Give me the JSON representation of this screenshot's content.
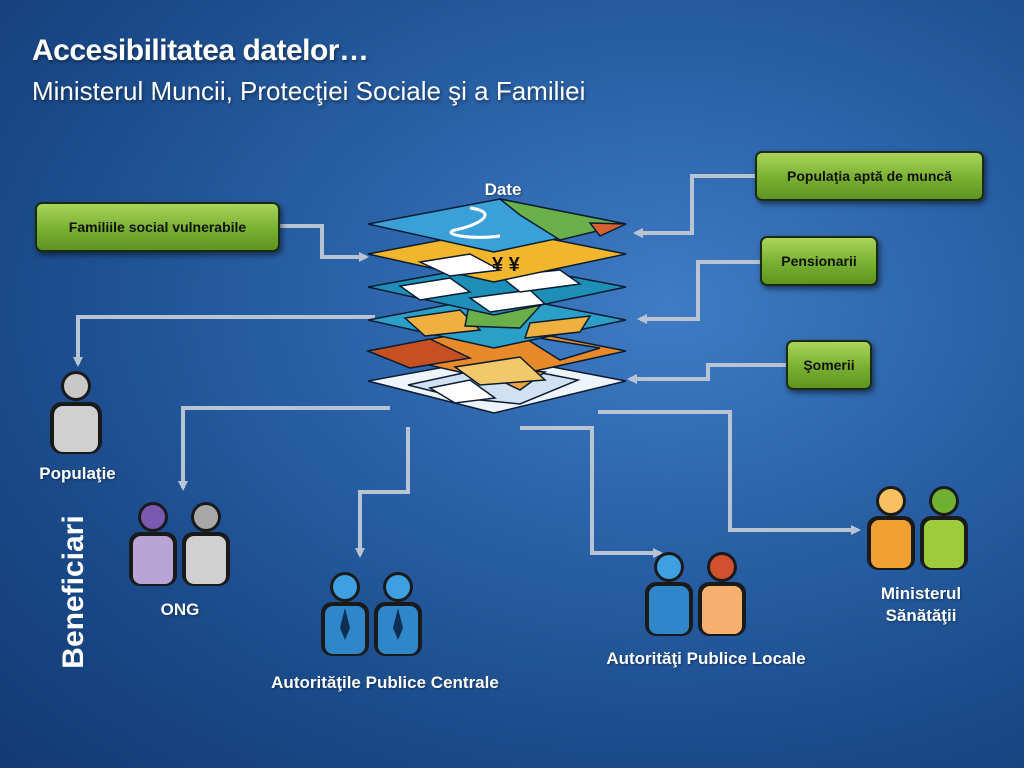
{
  "header": {
    "title": "Accesibilitatea datelor…",
    "subtitle": "Ministerul Muncii, Protecţiei Sociale şi a Familiei"
  },
  "center": {
    "label": "Date"
  },
  "sources": {
    "familii": "Familiile social vulnerabile",
    "populatia_apta": "Populaţia aptă de muncă",
    "pensionarii": "Pensionarii",
    "someri": "Şomerii"
  },
  "beneficiaries": {
    "side_label": "Beneficiari",
    "populatie": "Populaţie",
    "ong": "ONG",
    "apc": "Autorităţile Publice Centrale",
    "apl": "Autorităţi Publice Locale",
    "ms_line1": "Ministerul",
    "ms_line2": "Sănătăţii"
  },
  "colors": {
    "arrow": "#b8c4d4",
    "box_green": "#78b030",
    "person_gray": "#c8c8c8",
    "person_purple": "#b9a4d6",
    "person_blue": "#2f86c8",
    "person_orange": "#f0a050",
    "person_lightorange": "#f7b070",
    "person_lime": "#9ccc3c"
  }
}
